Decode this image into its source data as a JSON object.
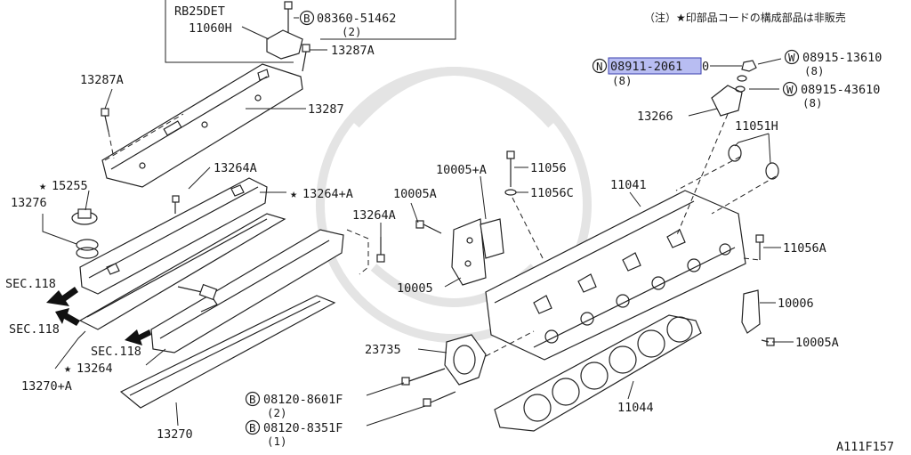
{
  "diagram": {
    "note": "（注）★印部品コードの構成部品は非販売",
    "figure_code": "A111F157",
    "engine": "RB25DET",
    "callouts": {
      "b_08360_51462": "08360-51462",
      "b_08360_51462_qty": "(2)",
      "p11060H": "11060H",
      "p13287A_top": "13287A",
      "p13287A_left": "13287A",
      "p13287": "13287",
      "p15255": "15255",
      "p13276": "13276",
      "p13264A_a": "13264A",
      "p13264pA": "13264+A",
      "p13264A_b": "13264A",
      "sec118_a": "SEC.118",
      "sec118_b": "SEC.118",
      "sec118_c": "SEC.118",
      "p13264": "13264",
      "p13270pA": "13270+A",
      "p13270": "13270",
      "p10005pA": "10005+A",
      "p10005A_top": "10005A",
      "p11056": "11056",
      "p11056C": "11056C",
      "p10005": "10005",
      "p11041": "11041",
      "p11056A": "11056A",
      "p10006": "10006",
      "p10005A_bot": "10005A",
      "p23735": "23735",
      "p11044": "11044",
      "b_08120_8601F": "08120-8601F",
      "b_08120_8601F_qty": "(2)",
      "b_08120_8351F": "08120-8351F",
      "b_08120_8351F_qty": "(1)",
      "n_08911_2061": "08911-2061",
      "n_08911_suffix": "0",
      "n_08911_qty": "(8)",
      "w_08915_13610": "08915-13610",
      "w_08915_13610_qty": "(8)",
      "w_08915_43610": "08915-43610",
      "w_08915_43610_qty": "(8)",
      "p13266": "13266",
      "p11051H": "11051H"
    },
    "symbols": {
      "bolt": "B",
      "nut": "N",
      "washer": "W",
      "star": "★"
    },
    "colors": {
      "highlight": "#b8bdf2",
      "line": "#222222"
    }
  }
}
